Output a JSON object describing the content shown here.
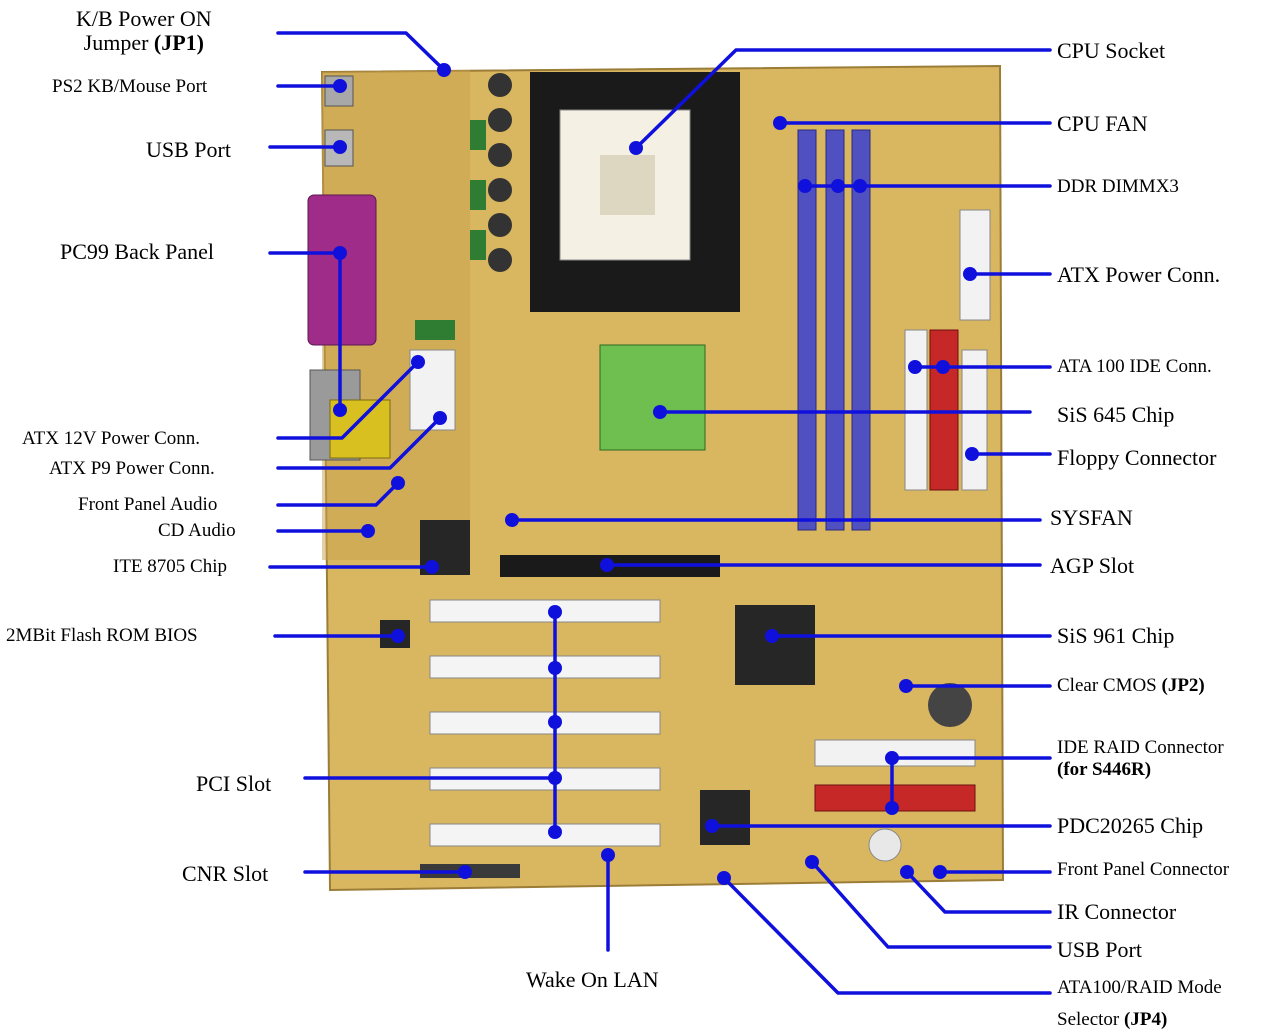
{
  "colors": {
    "leader": "#1010dd",
    "board": "#d9b660"
  },
  "labels": {
    "kb_power": {
      "line1": "K/B Power ON",
      "line2a": "Jumper ",
      "line2b": "(JP1)"
    },
    "ps2": "PS2 KB/Mouse Port",
    "usb_left": "USB Port",
    "pc99": "PC99 Back Panel",
    "atx12v": "ATX 12V Power Conn.",
    "atxp9": "ATX P9 Power Conn.",
    "front_audio": "Front Panel Audio",
    "cd_audio": "CD Audio",
    "ite": "ITE 8705 Chip",
    "flash": "2MBit Flash ROM BIOS",
    "pci": "PCI Slot",
    "cnr": "CNR Slot",
    "wol": "Wake On LAN",
    "cpu_socket": "CPU Socket",
    "cpu_fan": "CPU FAN",
    "ddr": "DDR DIMMX3",
    "atx_power": "ATX Power Conn.",
    "ata100": "ATA 100 IDE Conn.",
    "sis645": "SiS 645 Chip",
    "floppy": "Floppy Connector",
    "sysfan": "SYSFAN",
    "agp": "AGP Slot",
    "sis961": "SiS 961 Chip",
    "cmos": {
      "a": "Clear CMOS ",
      "b": "(JP2)"
    },
    "ide_raid": {
      "line1": "IDE RAID Connector",
      "line2": "(for S446R)"
    },
    "pdc": "PDC20265 Chip",
    "front_panel": "Front Panel Connector",
    "ir": "IR Connector",
    "usb_bottom": "USB Port",
    "raid_mode": {
      "line1": "ATA100/RAID Mode",
      "line2a": "Selector ",
      "line2b": "(JP4)"
    }
  }
}
